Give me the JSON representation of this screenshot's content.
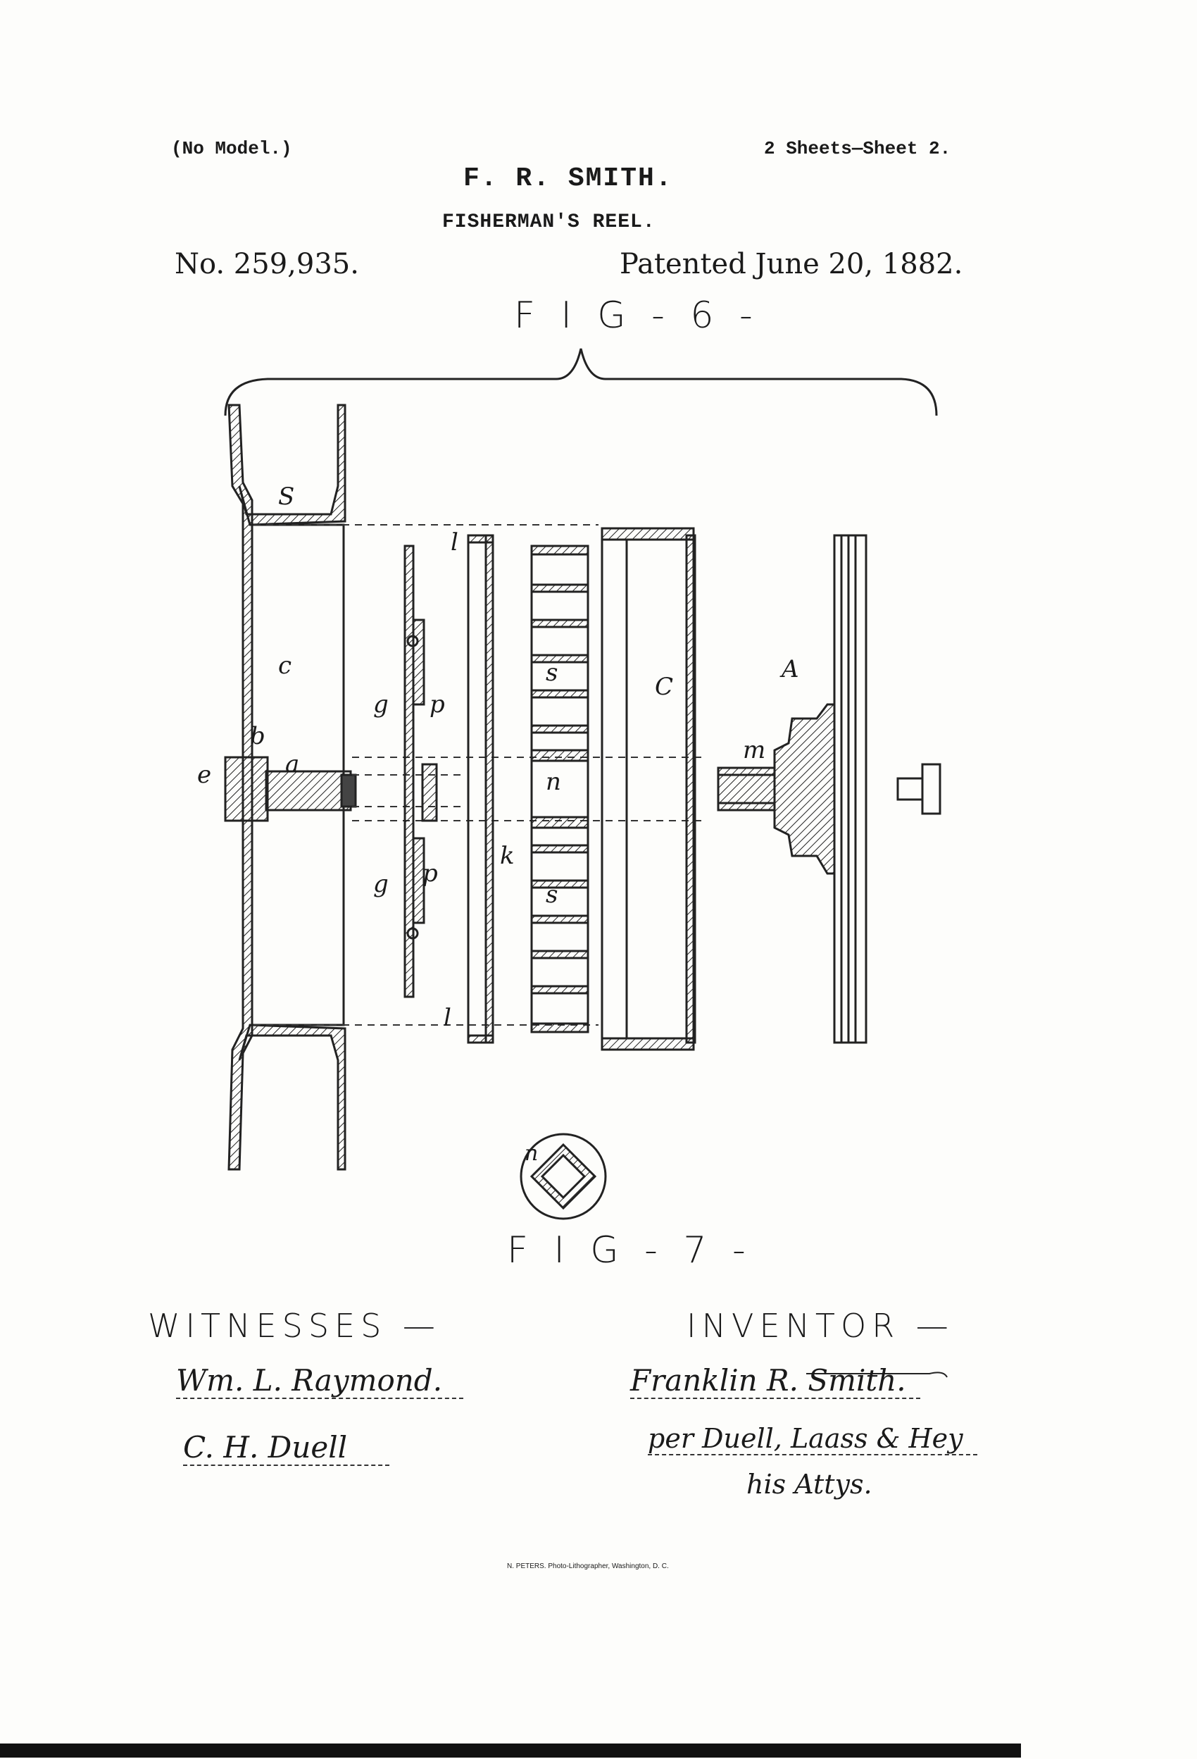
{
  "header": {
    "model_note": "(No Model.)",
    "sheets": "2 Sheets—Sheet 2.",
    "inventor_name": "F. R. SMITH.",
    "title": "FISHERMAN'S REEL.",
    "patent_number": "No. 259,935.",
    "patent_date": "Patented June 20, 1882."
  },
  "figures": {
    "fig6_label": "F I G - 6 -",
    "fig7_label": "F I G - 7 -",
    "fig7_part": "n"
  },
  "labels": {
    "S_top": "S",
    "c_left": "c",
    "b": "b",
    "e": "e",
    "a": "a",
    "g_top": "g",
    "p_top": "p",
    "g_bot": "g",
    "p_bot": "p",
    "l_top": "l",
    "l_bot": "l",
    "k": "k",
    "s_top": "s",
    "n_mid": "n",
    "s_bot": "s",
    "C_right": "C",
    "A": "A",
    "m": "m"
  },
  "witnesses": {
    "label": "WITNESSES —",
    "sig1": "Wm. L. Raymond.",
    "sig2": "C. H. Duell"
  },
  "inventor": {
    "label": "INVENTOR —",
    "sig1": "Franklin R. Smith.",
    "sig2": "per Duell, Laass & Hey",
    "sig3": "his Attys."
  },
  "printer": "N. PETERS. Photo-Lithographer, Washington, D. C."
}
